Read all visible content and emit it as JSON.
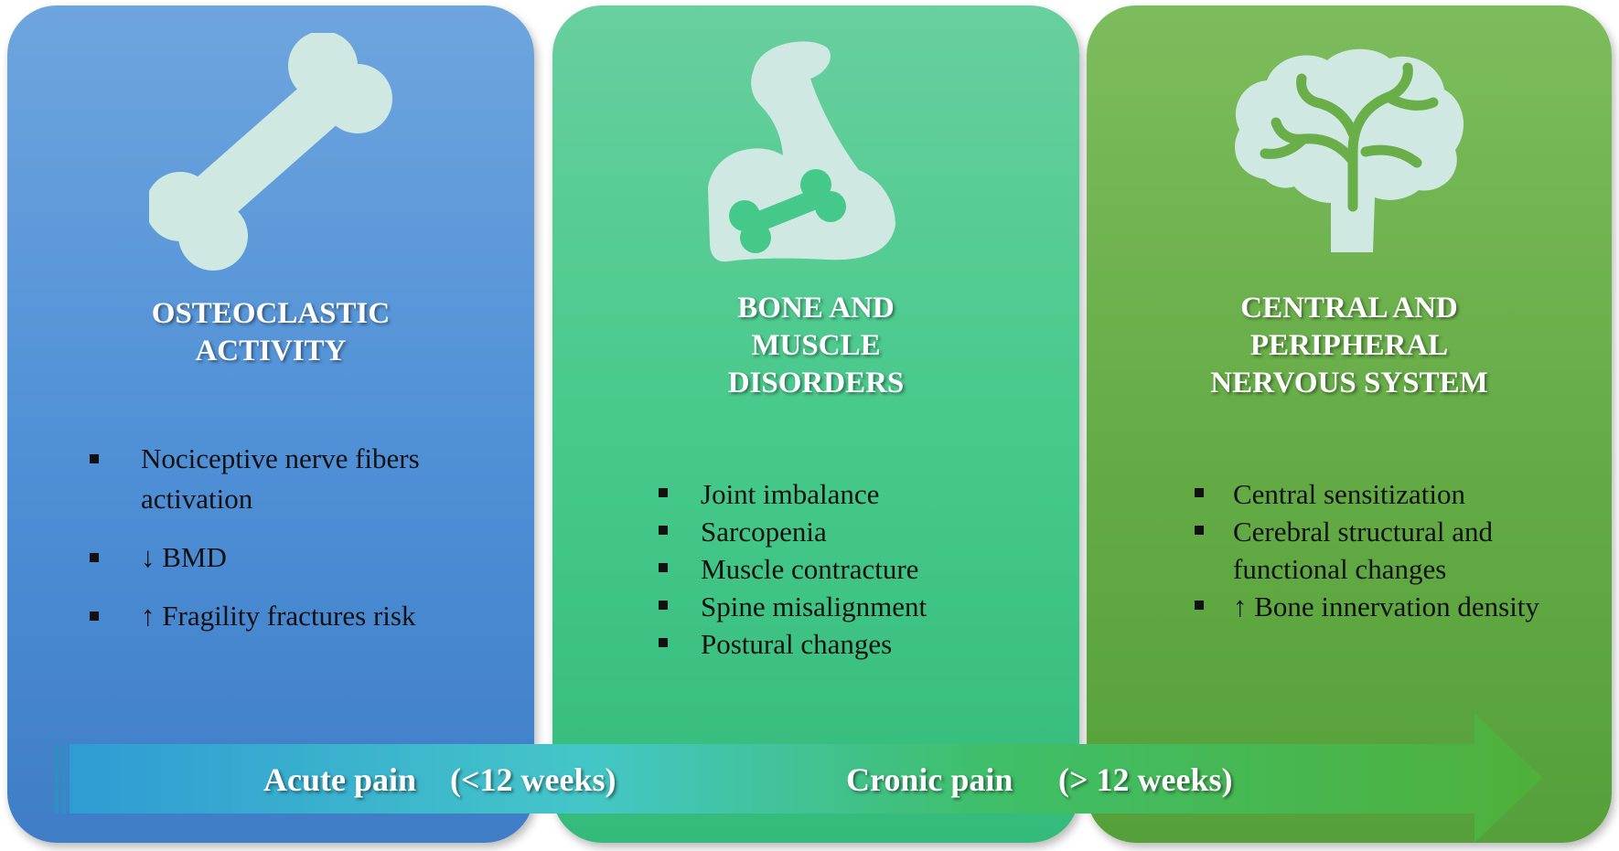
{
  "panels": [
    {
      "icon": "bone-icon",
      "title": "OSTEOCLASTIC\nACTIVITY",
      "items": [
        "Nociceptive nerve fibers activation",
        "↓ BMD",
        "↑ Fragility fractures risk"
      ]
    },
    {
      "icon": "flexed-arm-with-bone-icon",
      "title": "BONE AND\nMUSCLE\nDISORDERS",
      "items": [
        "Joint imbalance",
        "Sarcopenia",
        "Muscle contracture",
        "Spine misalignment",
        "Postural changes"
      ]
    },
    {
      "icon": "brain-icon",
      "title": "CENTRAL AND\nPERIPHERAL\nNERVOUS SYSTEM",
      "items": [
        "Central sensitization",
        "Cerebral structural and functional changes",
        "↑ Bone innervation density"
      ]
    }
  ],
  "timeline": {
    "acute_label": "Acute pain",
    "acute_range": "(<12 weeks)",
    "chronic_label": "Cronic pain",
    "chronic_range": "(> 12 weeks)"
  },
  "colors": {
    "panel_blue": "#4e8fd6",
    "panel_green": "#44c98a",
    "panel_olive": "#64ab45",
    "icon_fill": "#cfe8e2",
    "arrow_start": "#2f9bd4",
    "arrow_end": "#4fb03a"
  }
}
